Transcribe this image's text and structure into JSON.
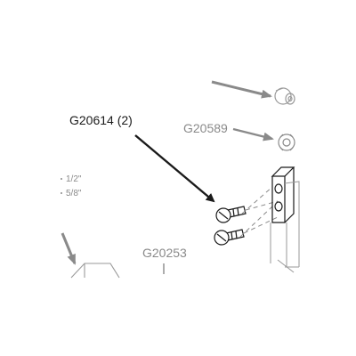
{
  "labels": {
    "main_part": "G20614 (2)",
    "part_top": "G20589",
    "part_bottom": "G20253",
    "size_half": "1/2\"",
    "size_five_eighths": "5/8\""
  },
  "colors": {
    "ink": "#1a1a1a",
    "gray_ink": "#8a8a8a",
    "light_line": "#9a9a9a",
    "background": "#ffffff"
  }
}
